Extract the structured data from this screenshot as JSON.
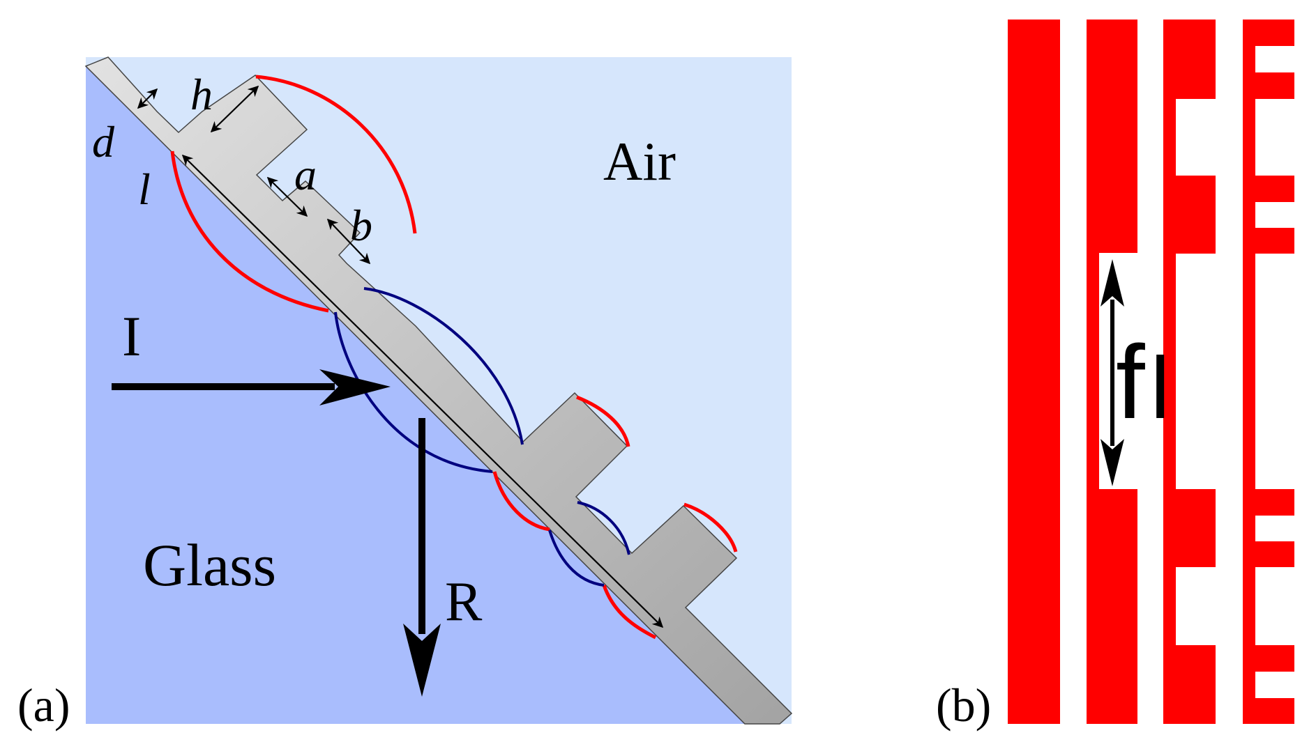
{
  "panel_a": {
    "label": "(a)",
    "regions": {
      "air": "Air",
      "glass": "Glass"
    },
    "arrows": {
      "incident": "I",
      "reflected": "R"
    },
    "dimensions": {
      "d": "d",
      "h": "h",
      "a": "a",
      "b": "b",
      "l": "l"
    }
  },
  "panel_b": {
    "label": "(b)",
    "dimension": "f",
    "dimension_subscript": "l"
  },
  "colors": {
    "air": "#d6e6fc",
    "glass": "#a9bdfd",
    "metal_light": "#dcdcdc",
    "metal_dark": "#a6a6a6",
    "mode_red": "#ff0000",
    "mode_blue": "#00007f",
    "bar_red": "#ff0000",
    "arrow": "#000000"
  }
}
